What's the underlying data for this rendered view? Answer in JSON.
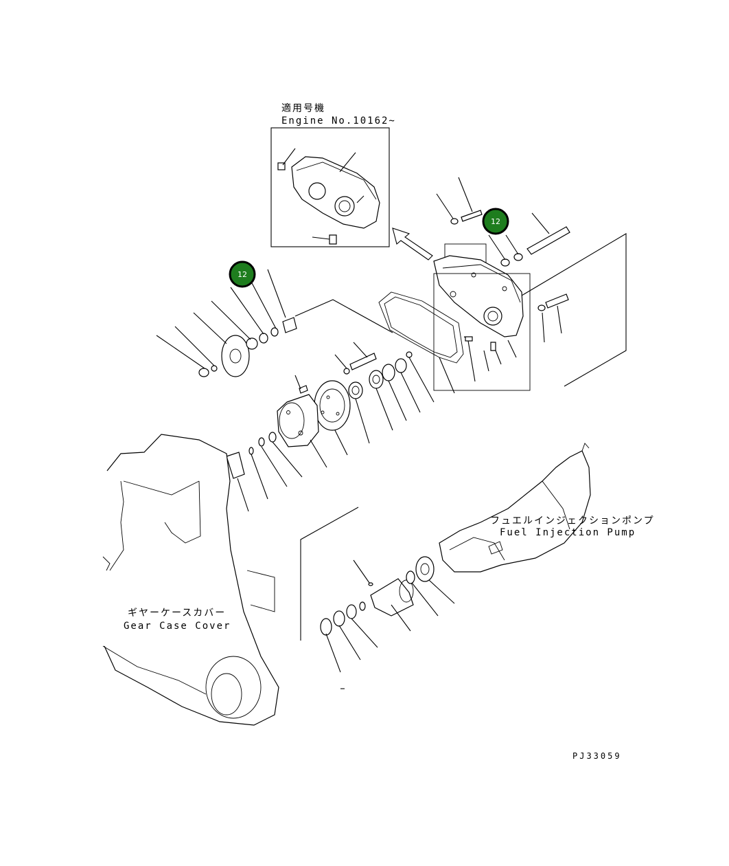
{
  "inset": {
    "title_jp": "適用号機",
    "title_en": "Engine No.10162~"
  },
  "labels": {
    "fuel_pump_jp": "フュエルインジェクションポンプ",
    "fuel_pump_en": "Fuel Injection Pump",
    "gear_case_jp": "ギヤーケースカバー",
    "gear_case_en": "Gear Case Cover"
  },
  "badges": [
    "12",
    "12"
  ],
  "drawing_code": "PJ33059",
  "colors": {
    "badge": "#1e7d1e",
    "line": "#000000"
  }
}
